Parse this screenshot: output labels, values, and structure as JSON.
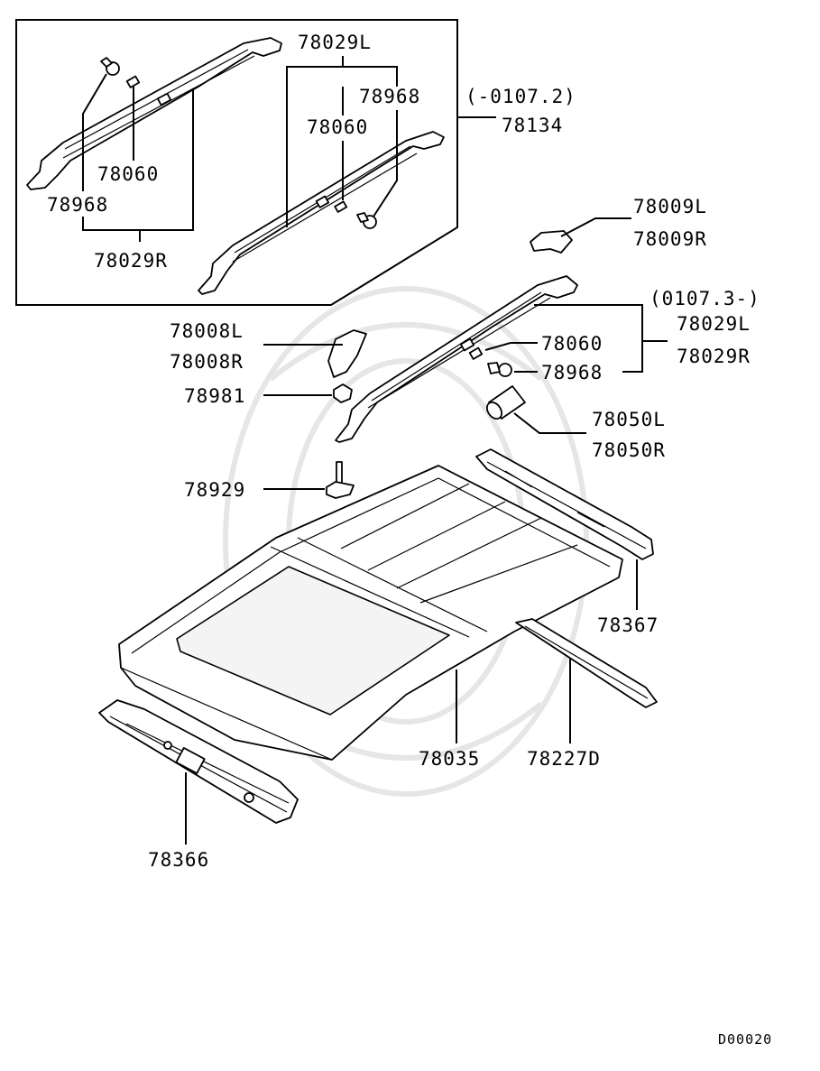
{
  "diagram_code": "D00020",
  "labels": {
    "p78029L_top": "78029L",
    "p78968_top_right": "78968",
    "p78060_top_right": "78060",
    "p78060_top_left": "78060",
    "p78968_top_left": "78968",
    "p78029R_top": "78029R",
    "range_early": "(-0107.2)",
    "p78134": "78134",
    "p78009L": "78009L",
    "p78009R": "78009R",
    "range_late": "(0107.3-)",
    "p78029L_mid": "78029L",
    "p78029R_mid": "78029R",
    "p78008L": "78008L",
    "p78008R": "78008R",
    "p78060_mid": "78060",
    "p78968_mid": "78968",
    "p78981": "78981",
    "p78050L": "78050L",
    "p78050R": "78050R",
    "p78929": "78929",
    "p78367": "78367",
    "p78035": "78035",
    "p78227D": "78227D",
    "p78366": "78366"
  }
}
